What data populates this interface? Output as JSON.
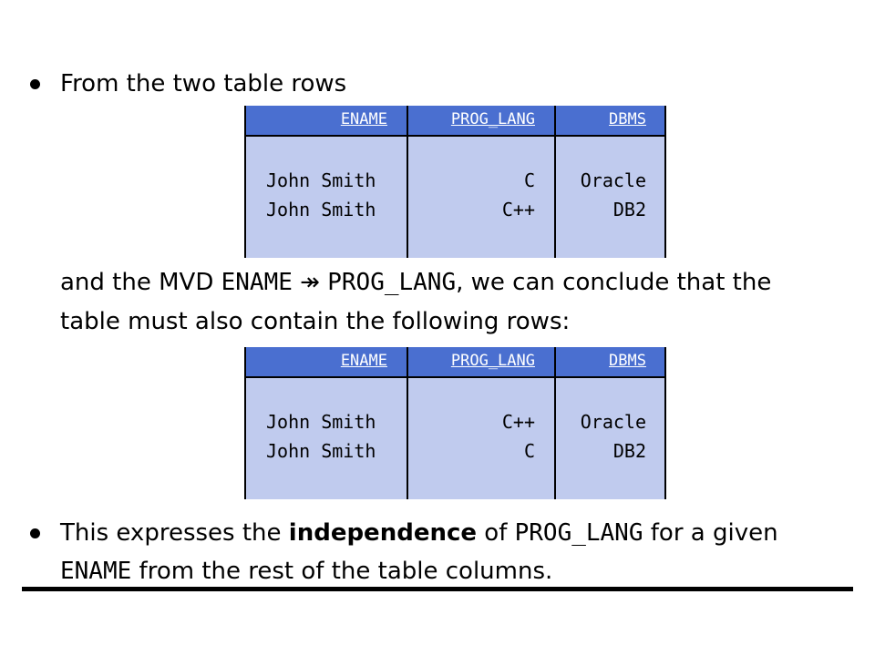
{
  "bullet1": {
    "intro": "From the two table rows",
    "middle_pre": "and the MVD ",
    "middle_code1": "ENAME",
    "middle_arrow": " ↠ ",
    "middle_code2": "PROG_LANG",
    "middle_post": ", we can conclude that the",
    "middle_line2": "table must also contain the following rows:"
  },
  "table_headers": [
    "ENAME",
    "PROG_LANG",
    "DBMS"
  ],
  "table1": {
    "rows": [
      {
        "ename": "John Smith",
        "prog_lang": "C",
        "dbms": "Oracle"
      },
      {
        "ename": "John Smith",
        "prog_lang": "C++",
        "dbms": "DB2"
      }
    ]
  },
  "table2": {
    "rows": [
      {
        "ename": "John Smith",
        "prog_lang": "C++",
        "dbms": "Oracle"
      },
      {
        "ename": "John Smith",
        "prog_lang": "C",
        "dbms": "DB2"
      }
    ]
  },
  "bullet2": {
    "pre": "This expresses the ",
    "bold": "independence",
    "mid": " of ",
    "code1": "PROG_LANG",
    "post": " for a given",
    "line2_code": "ENAME",
    "line2_post": " from the rest of the table columns."
  }
}
